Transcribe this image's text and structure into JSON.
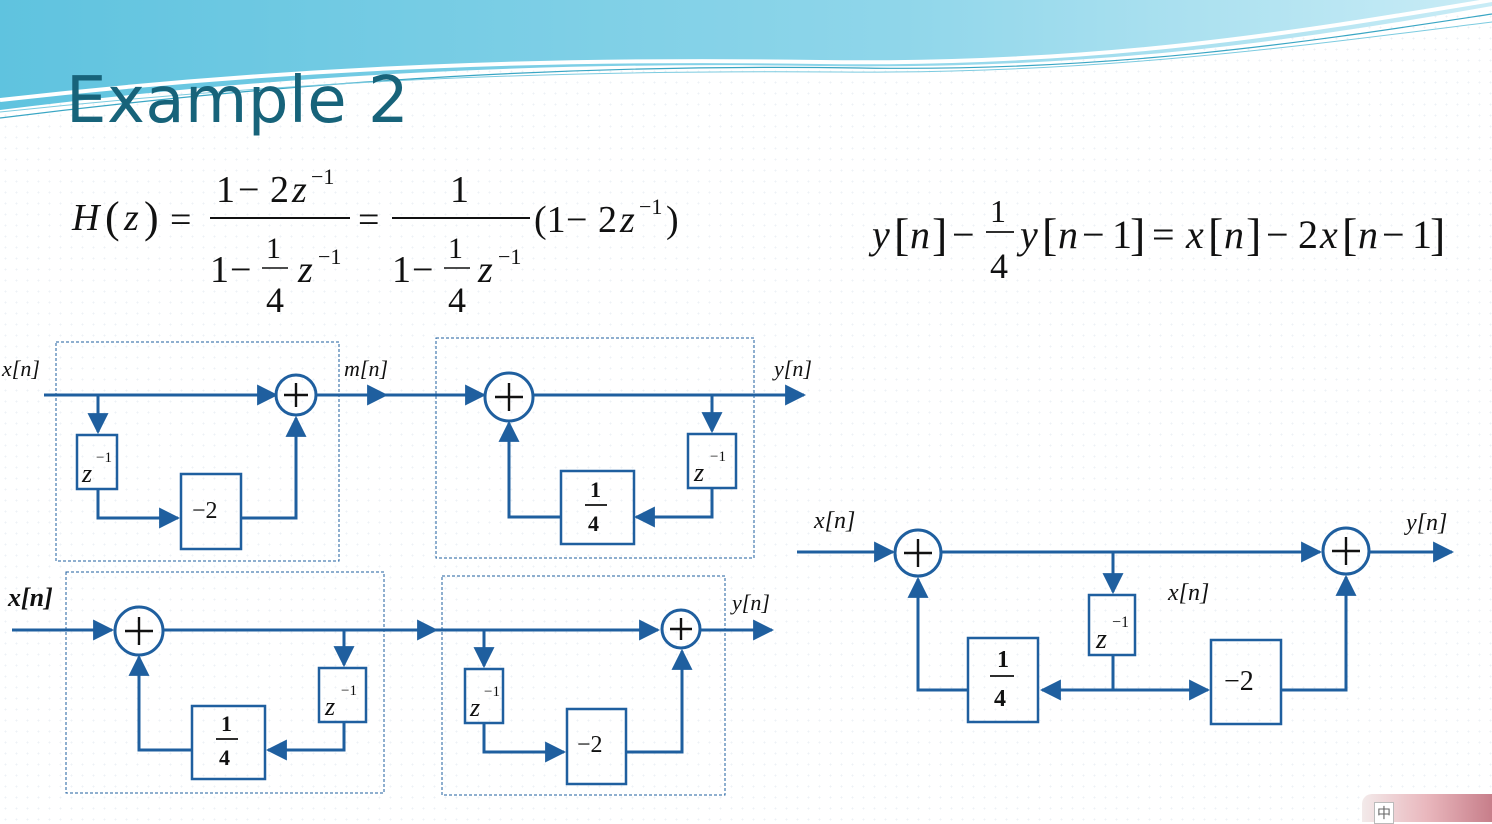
{
  "slide": {
    "title": "Example 2",
    "accent_color": "#17637a",
    "diagram_color": "#1f5f9f"
  },
  "equations": {
    "transfer_function": {
      "lhs": "H(z)",
      "frac1_num": "1 − 2z⁻¹",
      "frac1_den": "1 − ¼z⁻¹",
      "frac2_num": "1",
      "frac2_den": "1 − ¼z⁻¹",
      "factor": "(1 − 2z⁻¹)"
    },
    "difference_equation": "y[n] − ¼y[n−1] = x[n] − 2x[n−1]"
  },
  "signals": {
    "x": "x[n]",
    "y": "y[n]",
    "m": "m[n]"
  },
  "blocks": {
    "delay": "z",
    "delay_exp": "−1",
    "gain_b1": "−2",
    "gain_a1_num": "1",
    "gain_a1_den": "4"
  },
  "diagrams": [
    {
      "name": "direct-form-1-cascade",
      "order": [
        "FIR",
        "IIR"
      ]
    },
    {
      "name": "direct-form-1-swapped",
      "order": [
        "IIR",
        "FIR"
      ]
    },
    {
      "name": "direct-form-2",
      "order": [
        "shared-delay"
      ]
    }
  ],
  "widget": {
    "label": "中"
  }
}
